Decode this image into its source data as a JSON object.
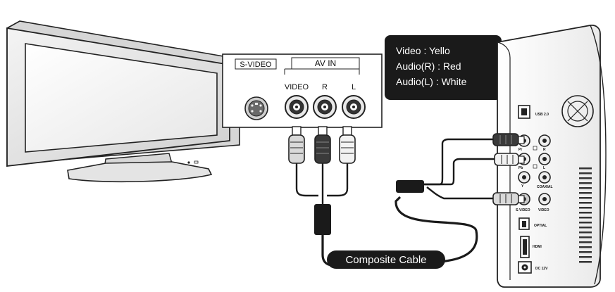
{
  "panel": {
    "svideo_label": "S-VIDEO",
    "avin_label": "AV IN",
    "video_label": "VIDEO",
    "r_label": "R",
    "l_label": "L"
  },
  "callout": {
    "line1": "Video : Yello",
    "line2": "Audio(R) : Red",
    "line3": "Audio(L) : White"
  },
  "cable_label": "Composite Cable",
  "device": {
    "usb_label": "USB 2.0",
    "pr_label": "Pr",
    "r_label": "R",
    "pb_label": "Pb",
    "l_label": "L",
    "y_label": "Y",
    "coaxial_label": "COAXIAL",
    "svideo_label": "S-VIDEO",
    "video_label": "VIDEO",
    "optical_label": "OPTIAL",
    "hdmi_label": "HDMI",
    "dc_label": "DC 12V"
  },
  "colors": {
    "yellow_plug": "#d9d9d9",
    "red_plug": "#3a3a3a",
    "white_plug": "#f2f2f2",
    "callout_bg": "#1a1a1a",
    "cable": "#1a1a1a"
  }
}
